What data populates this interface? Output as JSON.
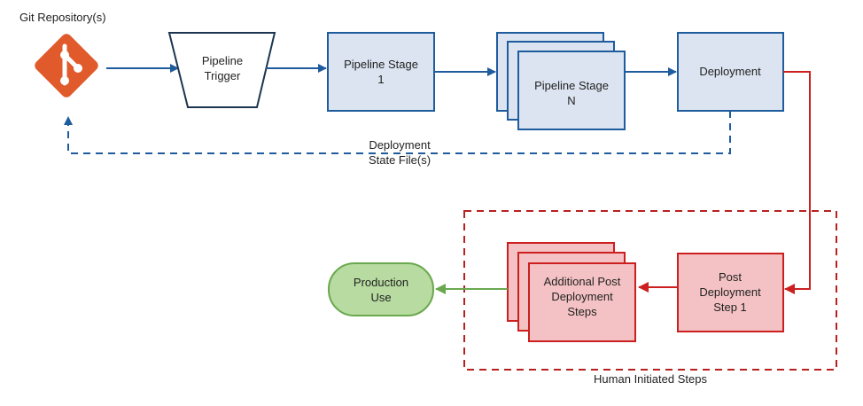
{
  "git_repo": {
    "label": "Git Repository(s)",
    "icon": "git-icon",
    "color": "#e05a2b"
  },
  "pipeline_trigger": {
    "line1": "Pipeline",
    "line2": "Trigger"
  },
  "pipeline_stage_1": {
    "line1": "Pipeline Stage",
    "line2": "1"
  },
  "pipeline_stage_n": {
    "line1": "Pipeline Stage",
    "line2": "N"
  },
  "deployment": {
    "label": "Deployment"
  },
  "state_files": {
    "line1": "Deployment",
    "line2": "State File(s)"
  },
  "post_step_1": {
    "line1": "Post",
    "line2": "Deployment",
    "line3": "Step 1"
  },
  "additional_post": {
    "line1": "Additional Post",
    "line2": "Deployment",
    "line3": "Steps"
  },
  "production": {
    "line1": "Production",
    "line2": "Use"
  },
  "human_group": {
    "label": "Human Initiated Steps"
  },
  "colors": {
    "blue": "#1f5c9e",
    "blue_fill": "#dbe4f0",
    "red": "#cc1f1f",
    "red_fill": "#f4c2c4",
    "green": "#6aa84f",
    "green_fill": "#b7dba0",
    "dark": "#1d3550"
  }
}
